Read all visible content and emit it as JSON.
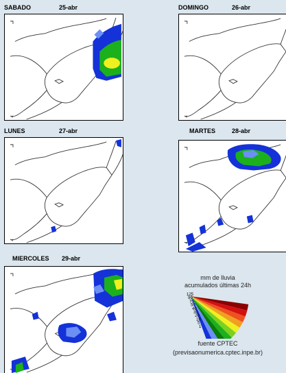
{
  "panels": [
    {
      "day": "SABADO",
      "date": "25-abr"
    },
    {
      "day": "DOMINGO",
      "date": "26-abr"
    },
    {
      "day": "LUNES",
      "date": "27-abr"
    },
    {
      "day": "MARTES",
      "date": "28-abr"
    },
    {
      "day": "MIERCOLES",
      "date": "29-abr"
    }
  ],
  "legend": {
    "title_line1": "mm de lluvia",
    "title_line2": "acumulados últimas 24h",
    "scale_labels": [
      "125",
      "90",
      "70",
      "50",
      "40",
      "30",
      "20",
      "10",
      "5",
      "1"
    ],
    "source_line1": "fuente CPTEC",
    "source_line2": "(previsaonumerica.cptec.inpe.br)"
  },
  "colors": {
    "background": "#dbe6ee",
    "rain_light": "#6b8ff5",
    "rain_blue": "#1432d8",
    "rain_dark": "#0a1a9a",
    "rain_green": "#1cb01c",
    "rain_yellow": "#f0f020",
    "rain_red": "#d21010"
  }
}
